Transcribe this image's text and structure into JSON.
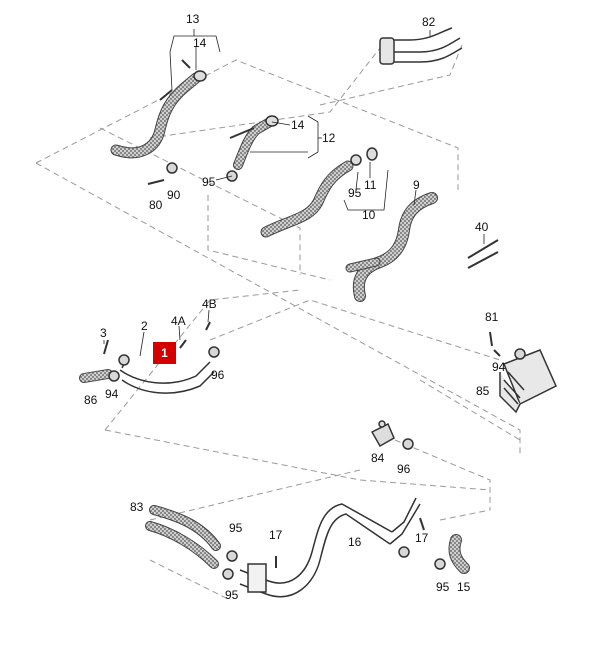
{
  "diagram": {
    "callouts": [
      "13",
      "14",
      "82",
      "14",
      "12",
      "95",
      "11",
      "9",
      "10",
      "90",
      "80",
      "95",
      "40",
      "81",
      "3",
      "2",
      "4A",
      "4B",
      "1",
      "94",
      "96",
      "86",
      "94",
      "85",
      "84",
      "96",
      "83",
      "95",
      "17",
      "16",
      "17",
      "95",
      "95",
      "15"
    ],
    "highlight_color": "#d40000"
  }
}
